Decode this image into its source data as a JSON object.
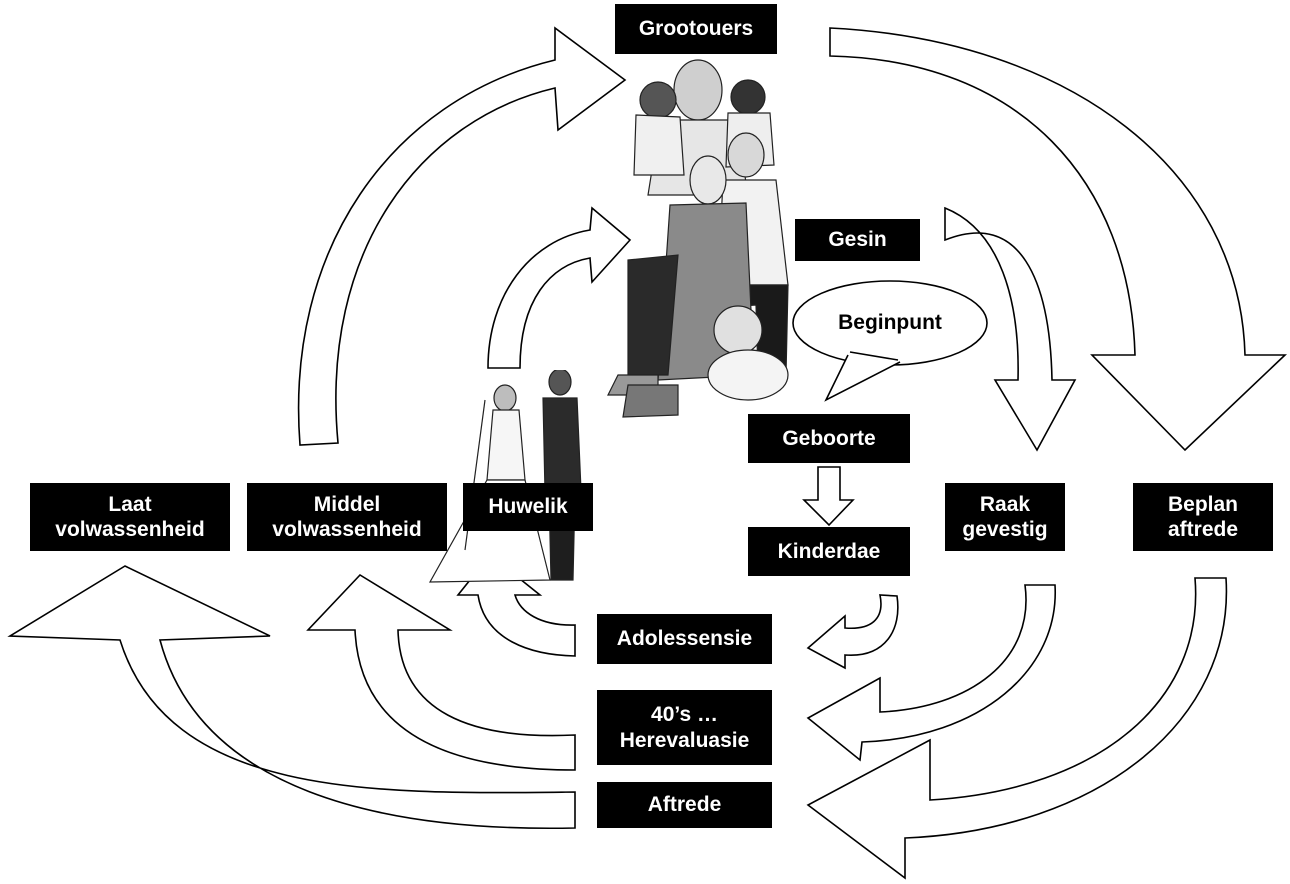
{
  "stages": {
    "grootouers": "Grootouers",
    "gesin": "Gesin",
    "beginpunt": "Beginpunt",
    "geboorte": "Geboorte",
    "kinderdae": "Kinderdae",
    "adolessensie": "Adolessensie",
    "herevaluasie": [
      "40’s …",
      "Herevaluasie"
    ],
    "aftrede": "Aftrede",
    "huwelik": "Huwelik",
    "middel_volwassenheid": [
      "Middel",
      "volwassenheid"
    ],
    "laat_volwassenheid": [
      "Laat",
      "volwassenheid"
    ],
    "raak_gevestig": [
      "Raak",
      "gevestig"
    ],
    "beplan_aftrede": [
      "Beplan",
      "aftrede"
    ]
  },
  "illustrations": {
    "family": "family-group-clipart",
    "wedding": "wedding-couple-clipart"
  }
}
